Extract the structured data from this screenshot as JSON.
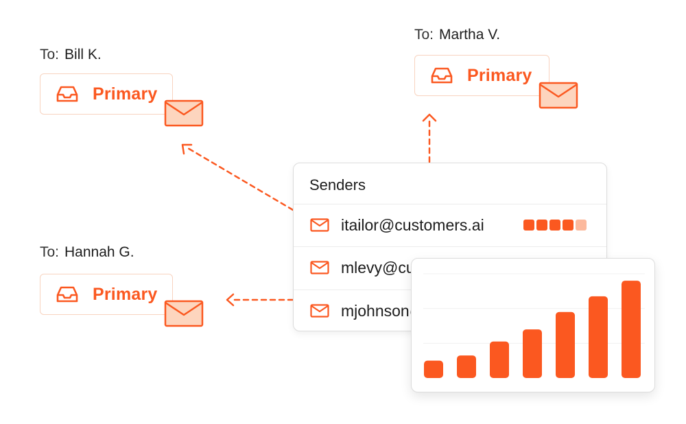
{
  "recipients": [
    {
      "to_prefix": "To:",
      "name": "Bill K.",
      "folder_label": "Primary"
    },
    {
      "to_prefix": "To:",
      "name": "Martha V.",
      "folder_label": "Primary"
    },
    {
      "to_prefix": "To:",
      "name": "Hannah G.",
      "folder_label": "Primary"
    }
  ],
  "senders_panel": {
    "title": "Senders",
    "rows": [
      {
        "email": "itailor@customers.ai",
        "score": 4,
        "score_max": 5
      },
      {
        "email": "mlevy@customers.ai"
      },
      {
        "email": "mjohnson@customers.ai"
      }
    ]
  },
  "colors": {
    "accent": "#fb5820",
    "accent_light": "#fcb99d",
    "envelope_fill": "#fdd5be",
    "box_border": "#f8d3bf"
  },
  "icons": [
    "inbox-icon",
    "envelope-icon",
    "mail-icon",
    "arrow-up-icon",
    "arrow-left-icon"
  ],
  "chart_data": {
    "type": "bar",
    "categories": [],
    "values": [
      1.0,
      1.3,
      2.1,
      2.8,
      3.8,
      4.7,
      5.6
    ],
    "title": "",
    "xlabel": "",
    "ylabel": "",
    "ylim": [
      0,
      6
    ],
    "grid": true
  }
}
